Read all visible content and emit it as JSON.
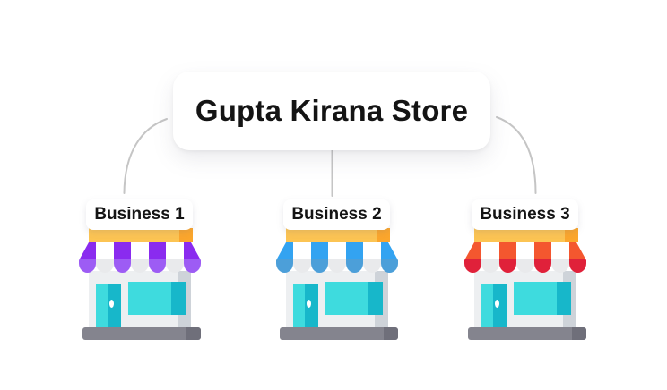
{
  "diagram": {
    "title": "Gupta Kirana Store",
    "businesses": [
      {
        "label": "Business 1",
        "awning_top": "#8A2BEF",
        "awning_scallop": "#9D5CF4"
      },
      {
        "label": "Business 2",
        "awning_top": "#33A3F1",
        "awning_scallop": "#4C9FD9"
      },
      {
        "label": "Business 3",
        "awning_top": "#F4572F",
        "awning_scallop": "#E0213A"
      }
    ]
  },
  "colors": {
    "background": "#FFFFFF",
    "text": "#141414",
    "connector": "#C5C5C5",
    "bar-yellow": "#FCC453",
    "bar-orange": "#FBA62C",
    "stripe-white": "#FFFFFF",
    "stripe-white-scallop": "#E9EAEC",
    "store-body": "#EDEFF1",
    "store-body-shade": "#CED3D9",
    "teal": "#3EDBDE",
    "teal-dark": "#17B7CA",
    "base": "#84848E",
    "base-shade": "#6F6F7A"
  }
}
